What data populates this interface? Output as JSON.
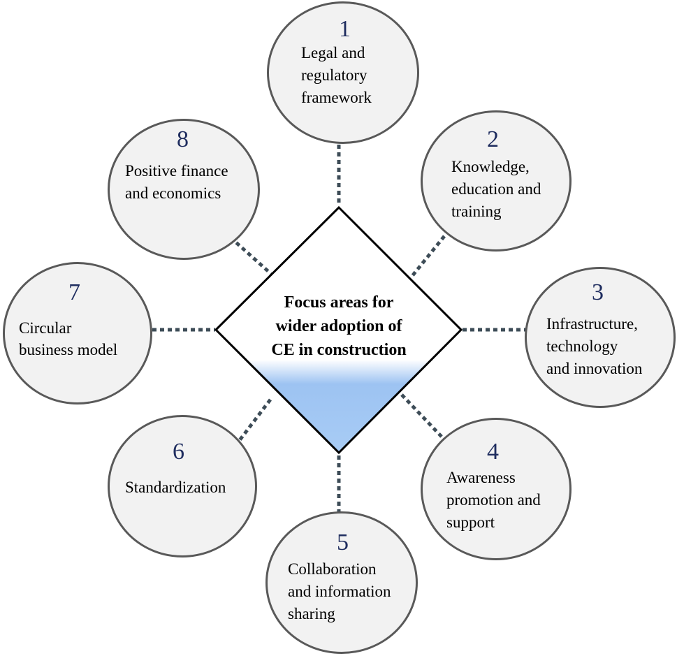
{
  "center": {
    "lines": [
      "Focus areas for",
      "wider adoption of",
      "CE in construction"
    ],
    "gradient_top": "#ffffff",
    "gradient_bottom": "#9dc3f2",
    "border_color": "#000000"
  },
  "connector_color": "#3d4c57",
  "number_color": "#1f2d5f",
  "areas": [
    {
      "number": "1",
      "lines": [
        "Legal and",
        "regulatory",
        "framework"
      ]
    },
    {
      "number": "2",
      "lines": [
        "Knowledge,",
        "education and",
        "training"
      ]
    },
    {
      "number": "3",
      "lines": [
        "Infrastructure,",
        "technology",
        "and innovation"
      ]
    },
    {
      "number": "4",
      "lines": [
        "Awareness",
        "promotion and",
        "support"
      ]
    },
    {
      "number": "5",
      "lines": [
        "Collaboration",
        "and information",
        "sharing"
      ]
    },
    {
      "number": "6",
      "lines": [
        "Standardization"
      ]
    },
    {
      "number": "7",
      "lines": [
        "Circular",
        "business model"
      ]
    },
    {
      "number": "8",
      "lines": [
        "Positive finance",
        "and economics"
      ]
    }
  ]
}
